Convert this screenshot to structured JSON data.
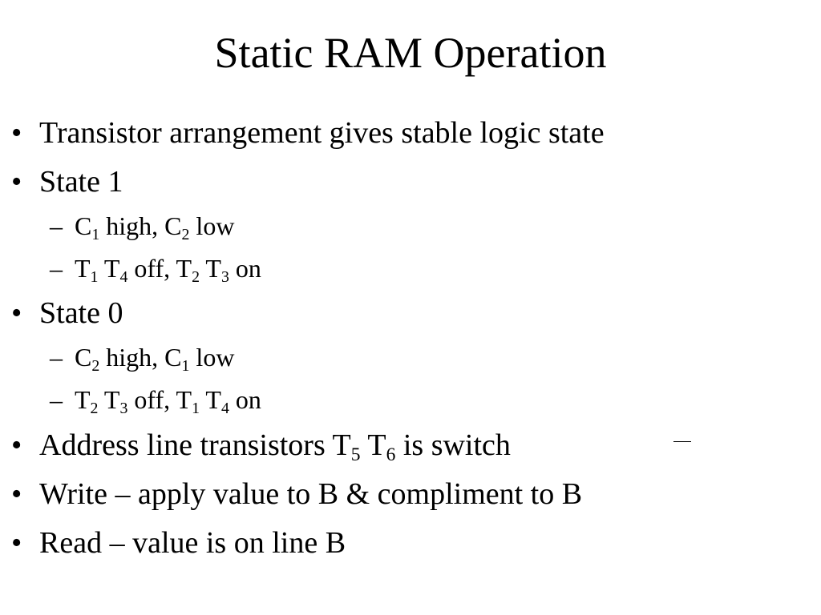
{
  "title": "Static RAM Operation",
  "bullet_glyph": "•",
  "dash_glyph": "–",
  "items": [
    {
      "text": "Transistor arrangement gives stable logic state"
    },
    {
      "text": "State 1"
    },
    {
      "sub": [
        {
          "a": "C",
          "a_sub": "1",
          "b": " high, C",
          "b_sub": "2",
          "c": " low"
        },
        {
          "a": "T",
          "a_sub": "1",
          "b": " T",
          "b_sub": "4",
          "c": " off, T",
          "c_sub": "2",
          "d": " T",
          "d_sub": "3",
          "e": " on"
        }
      ]
    },
    {
      "text": "State 0"
    },
    {
      "sub": [
        {
          "a": "C",
          "a_sub": "2",
          "b": " high, C",
          "b_sub": "1",
          "c": " low"
        },
        {
          "a": "T",
          "a_sub": "2",
          "b": " T",
          "b_sub": "3",
          "c": " off, T",
          "c_sub": "1",
          "d": " T",
          "d_sub": "4",
          "e": " on"
        }
      ]
    },
    {
      "a": "Address line transistors T",
      "a_sub": "5",
      "b": " T",
      "b_sub": "6",
      "c": " is switch"
    },
    {
      "text": "Write – apply value to B & compliment to B"
    },
    {
      "text": "Read – value is on line B"
    }
  ]
}
